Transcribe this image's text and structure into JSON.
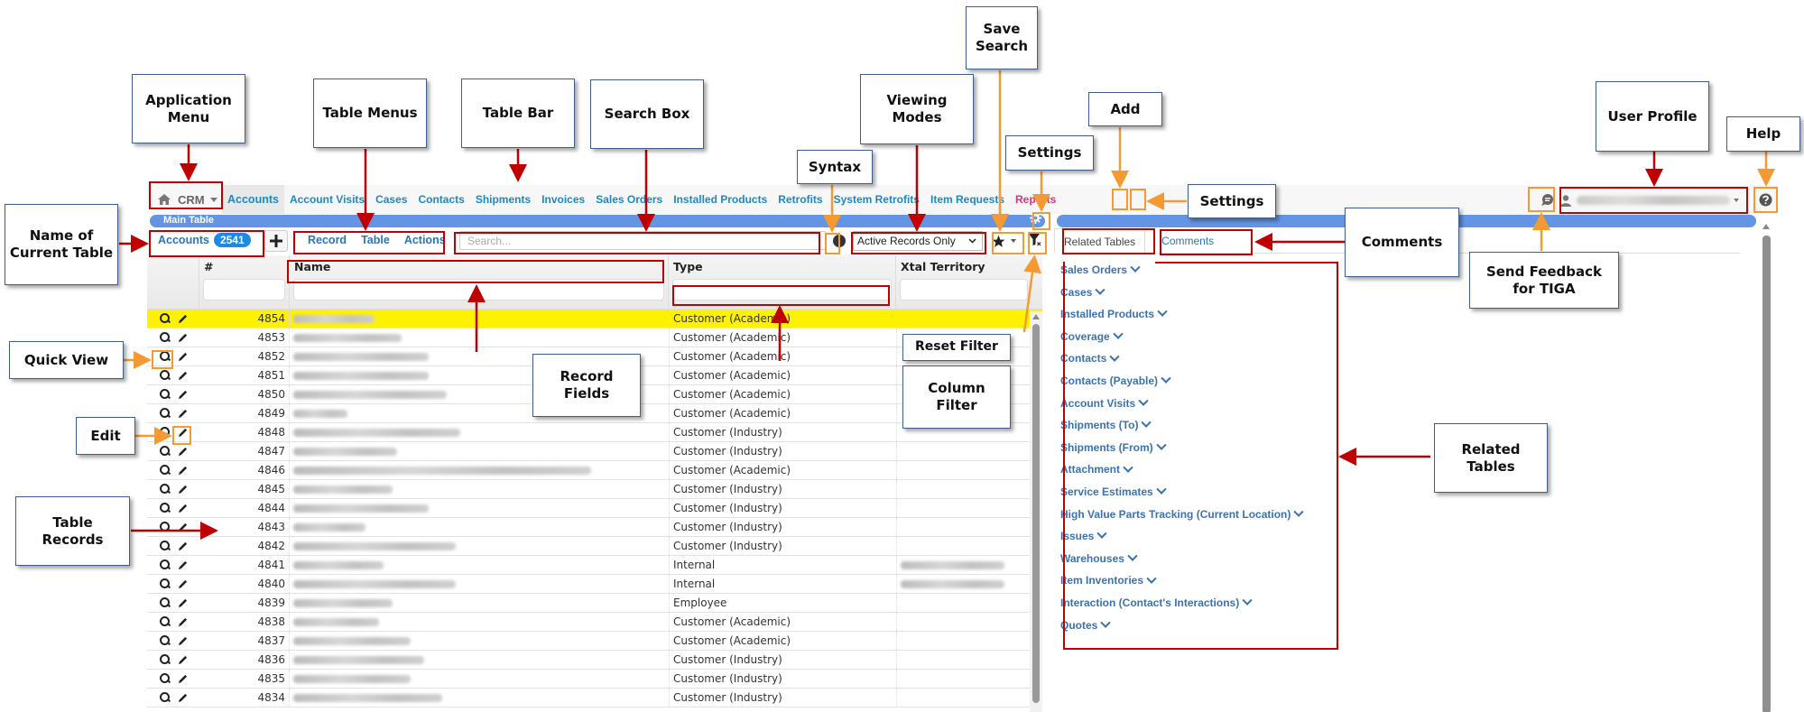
{
  "app": {
    "menu_label": "CRM",
    "nav_tabs": [
      "Accounts",
      "Account Visits",
      "Cases",
      "Contacts",
      "Shipments",
      "Invoices",
      "Sales Orders",
      "Installed Products",
      "Retrofits",
      "System Retrofits",
      "Item Requests",
      "Reports"
    ],
    "active_tab": "Accounts",
    "main_table_label": "Main Table",
    "current_table": "Accounts",
    "record_count": "2541",
    "table_menus": [
      "Record",
      "Table",
      "Actions"
    ],
    "search_placeholder": "Search...",
    "viewing_mode": "Active Records Only",
    "icons": {
      "home": "home-icon",
      "add": "plus-icon",
      "settings": "gear-icon",
      "feedback": "chat-bubble-icon",
      "user": "user-icon",
      "help": "question-circle-icon",
      "syntax": "info-circle-icon",
      "save_search": "star-icon",
      "reset_filter": "filter-clear-icon",
      "quick_view": "magnifier-icon",
      "edit": "pencil-icon"
    },
    "colors": {
      "link": "#1a8ac6",
      "reports": "#e0317a",
      "table_bar": "#6495e4",
      "highlight_row": "#fff200",
      "badge": "#1a8ae6"
    }
  },
  "table": {
    "columns": [
      "#",
      "Name",
      "Type",
      "Xtal Territory"
    ],
    "rows": [
      {
        "num": "4854",
        "type": "Customer (Academic)",
        "territory": ""
      },
      {
        "num": "4853",
        "type": "Customer (Academic)",
        "territory": ""
      },
      {
        "num": "4852",
        "type": "Customer (Academic)",
        "territory": ""
      },
      {
        "num": "4851",
        "type": "Customer (Academic)",
        "territory": ""
      },
      {
        "num": "4850",
        "type": "Customer (Academic)",
        "territory": ""
      },
      {
        "num": "4849",
        "type": "Customer (Academic)",
        "territory": ""
      },
      {
        "num": "4848",
        "type": "Customer (Industry)",
        "territory": ""
      },
      {
        "num": "4847",
        "type": "Customer (Industry)",
        "territory": ""
      },
      {
        "num": "4846",
        "type": "Customer (Academic)",
        "territory": ""
      },
      {
        "num": "4845",
        "type": "Customer (Industry)",
        "territory": ""
      },
      {
        "num": "4844",
        "type": "Customer (Industry)",
        "territory": ""
      },
      {
        "num": "4843",
        "type": "Customer (Industry)",
        "territory": ""
      },
      {
        "num": "4842",
        "type": "Customer (Industry)",
        "territory": ""
      },
      {
        "num": "4841",
        "type": "Internal",
        "territory": "blurred"
      },
      {
        "num": "4840",
        "type": "Internal",
        "territory": "blurred"
      },
      {
        "num": "4839",
        "type": "Employee",
        "territory": ""
      },
      {
        "num": "4838",
        "type": "Customer (Academic)",
        "territory": ""
      },
      {
        "num": "4837",
        "type": "Customer (Academic)",
        "territory": ""
      },
      {
        "num": "4836",
        "type": "Customer (Industry)",
        "territory": ""
      },
      {
        "num": "4835",
        "type": "Customer (Industry)",
        "territory": ""
      },
      {
        "num": "4834",
        "type": "Customer (Industry)",
        "territory": ""
      }
    ]
  },
  "right_panel": {
    "tabs": [
      "Related Tables",
      "Comments"
    ],
    "related_tables": [
      "Sales Orders",
      "Cases",
      "Installed Products",
      "Coverage",
      "Contacts",
      "Contacts (Payable)",
      "Account Visits",
      "Shipments (To)",
      "Shipments (From)",
      "Attachment",
      "Service Estimates",
      "High Value Parts Tracking (Current Location)",
      "Issues",
      "Warehouses",
      "Item Inventories",
      "Interaction (Contact's Interactions)",
      "Quotes"
    ]
  },
  "annotations": {
    "application_menu": "Application Menu",
    "table_menus": "Table Menus",
    "table_bar": "Table Bar",
    "search_box": "Search Box",
    "syntax": "Syntax",
    "viewing_modes": "Viewing Modes",
    "save_search": "Save Search",
    "settings_table": "Settings",
    "add": "Add",
    "settings_nav": "Settings",
    "user_profile": "User Profile",
    "help": "Help",
    "name_of_current_table": "Name of Current Table",
    "quick_view": "Quick View",
    "edit": "Edit",
    "table_records": "Table Records",
    "record_fields": "Record Fields",
    "column_filter": "Column Filter",
    "reset_filter": "Reset Filter",
    "comments": "Comments",
    "send_feedback": "Send Feedback for TIGA",
    "related_tables": "Related Tables"
  }
}
